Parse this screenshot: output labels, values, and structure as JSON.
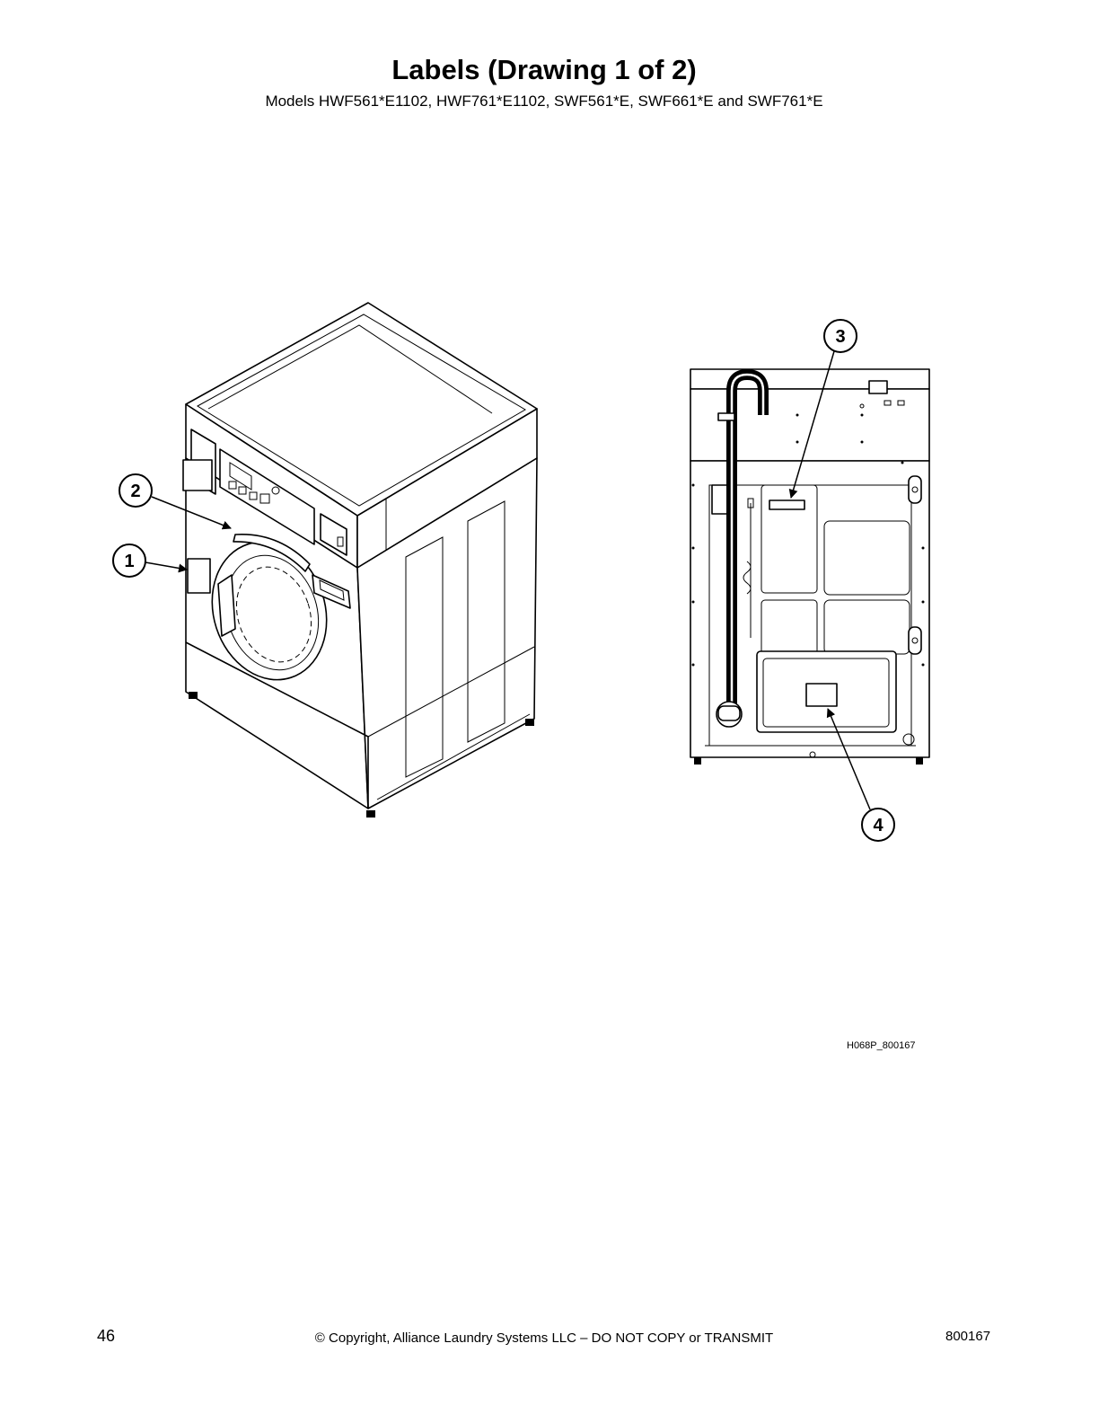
{
  "header": {
    "title": "Labels (Drawing 1 of 2)",
    "subtitle": "Models HWF561*E1102, HWF761*E1102, SWF561*E, SWF661*E and SWF761*E"
  },
  "callouts": [
    {
      "number": "1"
    },
    {
      "number": "2"
    },
    {
      "number": "3"
    },
    {
      "number": "4"
    }
  ],
  "figure_id": "H068P_800167",
  "footer": {
    "page_number": "46",
    "copyright": "© Copyright, Alliance Laundry Systems LLC – DO NOT COPY or TRANSMIT",
    "doc_number": "800167"
  }
}
